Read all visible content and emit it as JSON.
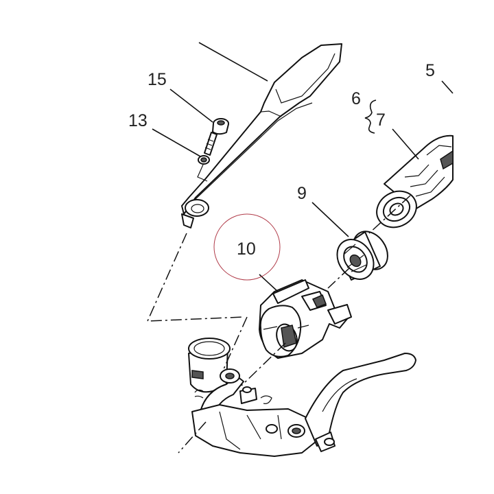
{
  "callouts": {
    "c5": "5",
    "c6": "6",
    "c7": "7",
    "c9": "9",
    "c10": "10",
    "c13": "13",
    "c15": "15"
  },
  "colors": {
    "line": "#111111",
    "highlight_circle": "#b03a48",
    "background": "#ffffff"
  }
}
